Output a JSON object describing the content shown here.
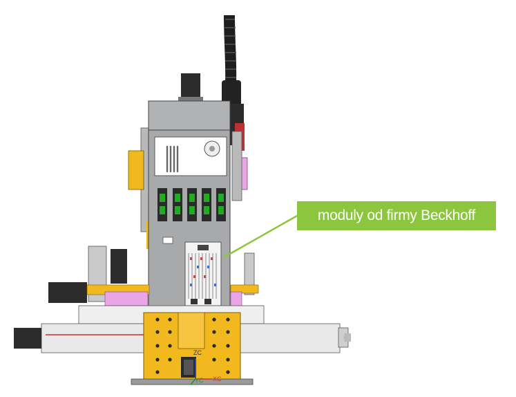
{
  "callout": {
    "label": "moduly od firmy Beckhoff"
  },
  "axes": {
    "z": "ZC",
    "x": "XC",
    "y": "YC"
  },
  "colors": {
    "frame_gray": "#a7a9ab",
    "yellow": "#f2b81f",
    "pink": "#e8a6e6",
    "dark": "#2a2a2a",
    "callout_green": "#8cc63f",
    "led_green": "#22aa22"
  }
}
